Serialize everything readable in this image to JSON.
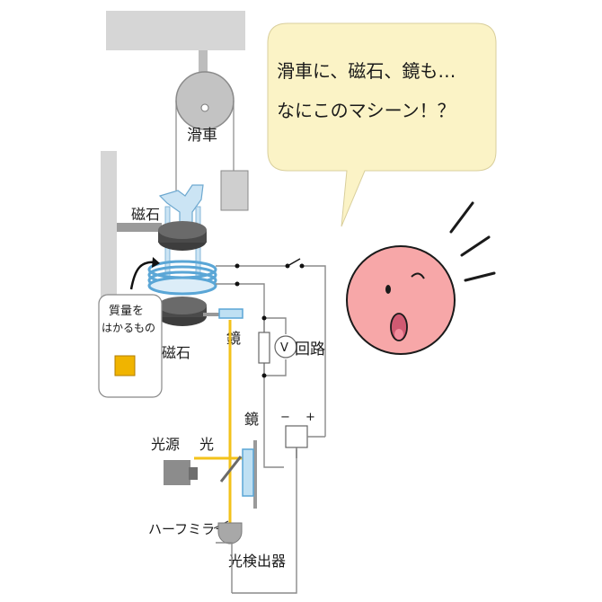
{
  "speech_bubble": {
    "line1": "滑車に、磁石、鏡も…",
    "line2": "なにこのマシーン！？"
  },
  "labels": {
    "pulley": "滑車",
    "magnet_top": "磁石",
    "magnet_bottom": "磁石",
    "sample_box_line1": "質量を",
    "sample_box_line2": "はかるもの",
    "mirror_1": "鏡",
    "mirror_2": "鏡",
    "circuit": "回路",
    "voltmeter": "V",
    "minus": "−",
    "plus": "+",
    "light_source": "光源",
    "light": "光",
    "half_mirror": "ハーフミラー",
    "photodetector": "光検出器"
  },
  "colors": {
    "bubble_fill": "#fbf3c6",
    "face_fill": "#f7a7a8",
    "magnet": "#4a4a4a",
    "coil": "#6fb6e0",
    "laser": "#f3c21a",
    "sample": "#f0b400"
  },
  "icons": {
    "character": "surprised-face-icon",
    "switch": "switch-icon",
    "voltmeter": "voltmeter-icon"
  }
}
